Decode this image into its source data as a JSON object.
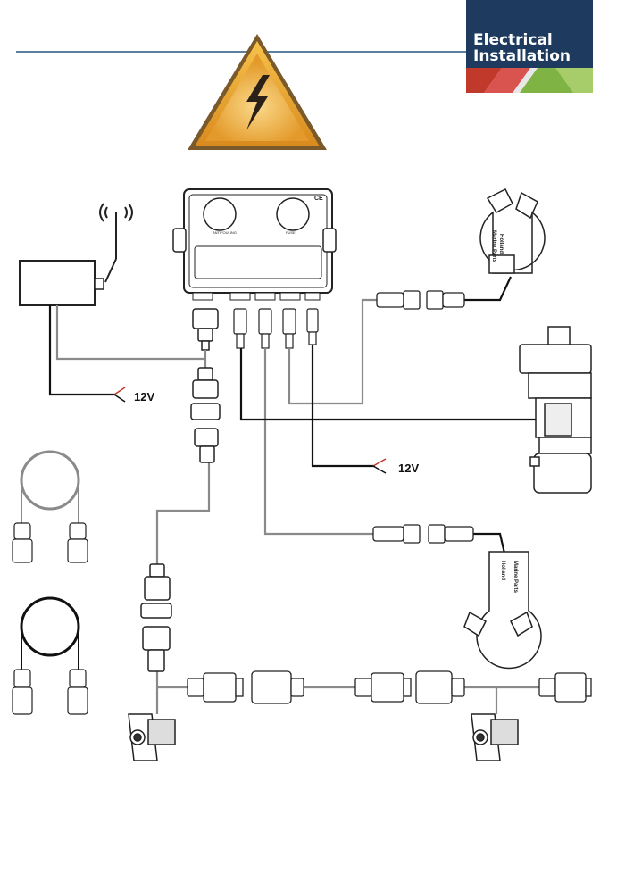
{
  "header": {
    "brand_line1": "Electrical",
    "brand_line2": "Installation",
    "brand_color": "#1e3a5f",
    "stripe_colors": [
      "#c0392b",
      "#7fb344"
    ],
    "warning_icon": "high-voltage-warning-icon"
  },
  "control_box": {
    "label_left": "ANTIFOULING",
    "label_right": "FUSE",
    "ce_mark": "CE"
  },
  "wires": {
    "power_label_1": "12V",
    "power_label_2": "12V"
  },
  "thrusters": {
    "top_label_line1": "Holland",
    "top_label_line2": "Marine Parts",
    "bottom_label_line1": "Holland",
    "bottom_label_line2": "Marine Parts"
  }
}
